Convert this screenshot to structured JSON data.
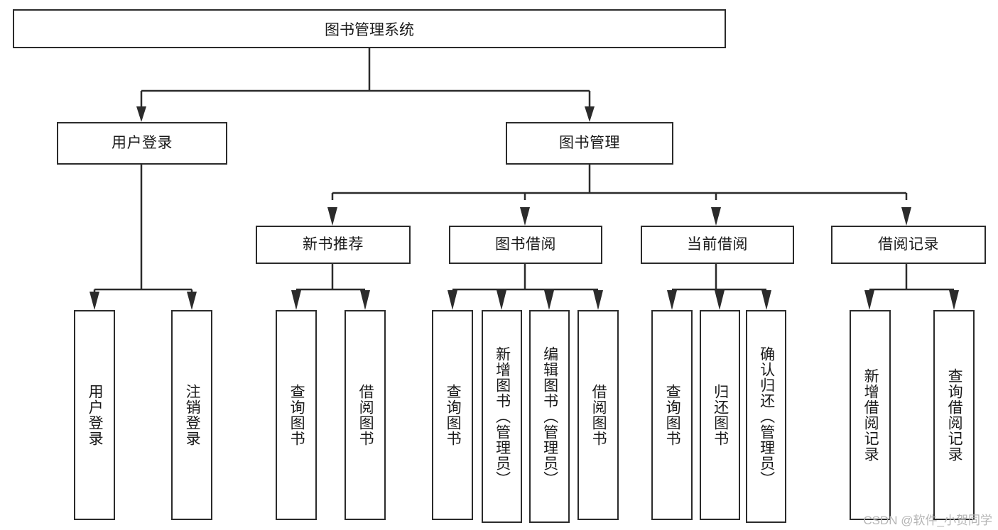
{
  "diagram": {
    "title": "图书管理系统",
    "type": "tree-hierarchy",
    "orientation": "top-down",
    "colors": {
      "stroke": "#2b2b2b",
      "fill": "#ffffff",
      "text": "#1a1a1a",
      "watermark": "#b5b5b5"
    }
  },
  "root": {
    "label": "图书管理系统"
  },
  "level2": [
    {
      "label": "用户登录"
    },
    {
      "label": "图书管理"
    }
  ],
  "level3": [
    {
      "label": "新书推荐"
    },
    {
      "label": "图书借阅"
    },
    {
      "label": "当前借阅"
    },
    {
      "label": "借阅记录"
    }
  ],
  "leaves": {
    "user_login": [
      {
        "label": "用户登录"
      },
      {
        "label": "注销登录"
      }
    ],
    "new_book_recommend": [
      {
        "label": "查询图书"
      },
      {
        "label": "借阅图书"
      }
    ],
    "book_borrow": [
      {
        "label": "查询图书"
      },
      {
        "label": "新增图书（管理员）"
      },
      {
        "label": "编辑图书（管理员）"
      },
      {
        "label": "借阅图书"
      }
    ],
    "current_borrow": [
      {
        "label": "查询图书"
      },
      {
        "label": "归还图书"
      },
      {
        "label": "确认归还（管理员）"
      }
    ],
    "borrow_records": [
      {
        "label": "新增借阅记录"
      },
      {
        "label": "查询借阅记录"
      }
    ]
  },
  "watermark": {
    "text": "CSDN @软件_小贺同学"
  }
}
